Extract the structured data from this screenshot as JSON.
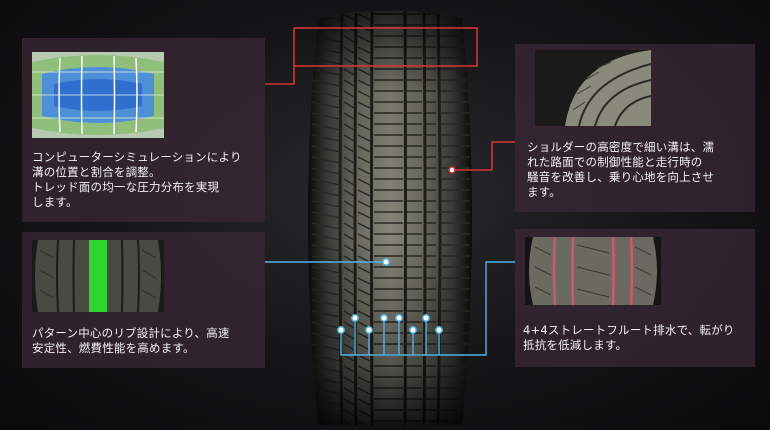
{
  "captions": {
    "simulation": {
      "lines": [
        "コンピューターシミュレーションにより",
        "溝の位置と割合を調整。",
        "トレッド面の均一な圧力分布を実現",
        "します。"
      ]
    },
    "shoulder": {
      "lines": [
        "ショルダーの高密度で細い溝は、濡",
        "れた路面での制御性能と走行時の",
        "騒音を改善し、乗り心地を向上させ",
        "ます。"
      ]
    },
    "center_rib": {
      "lines": [
        "パターン中心のリブ設計により、高速",
        "安定性、燃費性能を高めます。"
      ]
    },
    "straight_flute": {
      "lines": [
        "4+4ストレートフルート排水で、転がり",
        "抵抗を低減します。"
      ]
    }
  },
  "colors": {
    "red_callout": "#d0343a",
    "blue_callout": "#4fb3e8",
    "panel_bg": "#3a2834",
    "center_highlight": "#2fd52f",
    "straight_groove_highlight": "#d8566c"
  },
  "icons": [
    "tire-tread",
    "pressure-map",
    "shoulder-closeup",
    "center-rib-highlight",
    "straight-groove-highlight"
  ]
}
